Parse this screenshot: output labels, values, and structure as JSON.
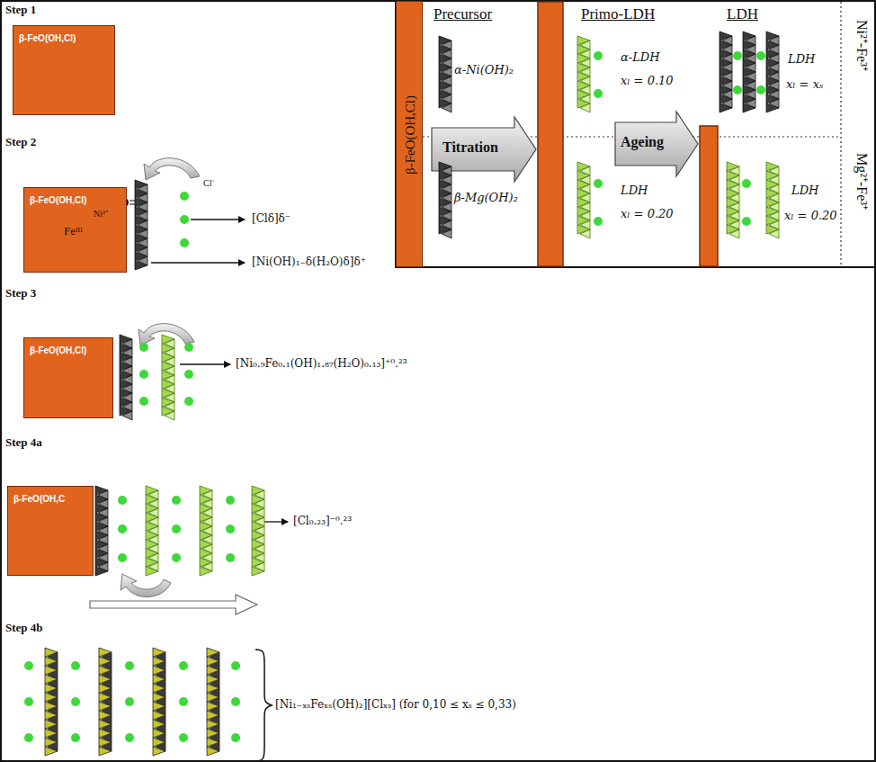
{
  "diagram": {
    "nodes": [
      {
        "text": [
          "β-FeO(OH,Cl)"
        ]
      },
      {
        "text": [
          "β-FeO(OH,Cl)",
          "Feᴵᴵᴵ"
        ]
      },
      {
        "text": [
          "β-FeO(OH,Cl)"
        ]
      },
      {
        "text": [
          "β-FeO(OH,C"
        ]
      },
      {
        "text": [
          "β-FeO(OH,Cl)"
        ]
      }
    ],
    "edges": [],
    "labels": [
      "Step 1",
      "Step 2",
      "Ni²⁺",
      "Cl⁻",
      "[Clδ]δ⁻",
      "[Ni(OH)₁₋δ(H₂O)δ]δ⁺",
      "Step 3",
      "[Ni₀.₉Fe₀.₁(OH)₁.₈₇(H₂O)₀.₁₃]⁺⁰.²³",
      "Step 4a",
      "[Cl₀.₂₃]⁻⁰.²³",
      "Step 4b",
      "[Ni₁₋ₓₛFeₓₛ(OH)₂][Clₓₛ] (for 0,10 ≤ xₛ ≤ 0,33)",
      "Precursor",
      "Primo-LDH",
      "LDH",
      "α-Ni(OH)₂",
      "β-Mg(OH)₂",
      "Titration",
      "α-LDH",
      "xₗ = 0.10",
      "Ageing",
      "LDH",
      "xₗ = 0.20",
      "LDH",
      "xₗ = xₛ",
      "LDH",
      "xₗ = 0.20",
      "Ni²⁺-Fe³⁺",
      "Mg²⁺-Fe³⁺"
    ]
  }
}
